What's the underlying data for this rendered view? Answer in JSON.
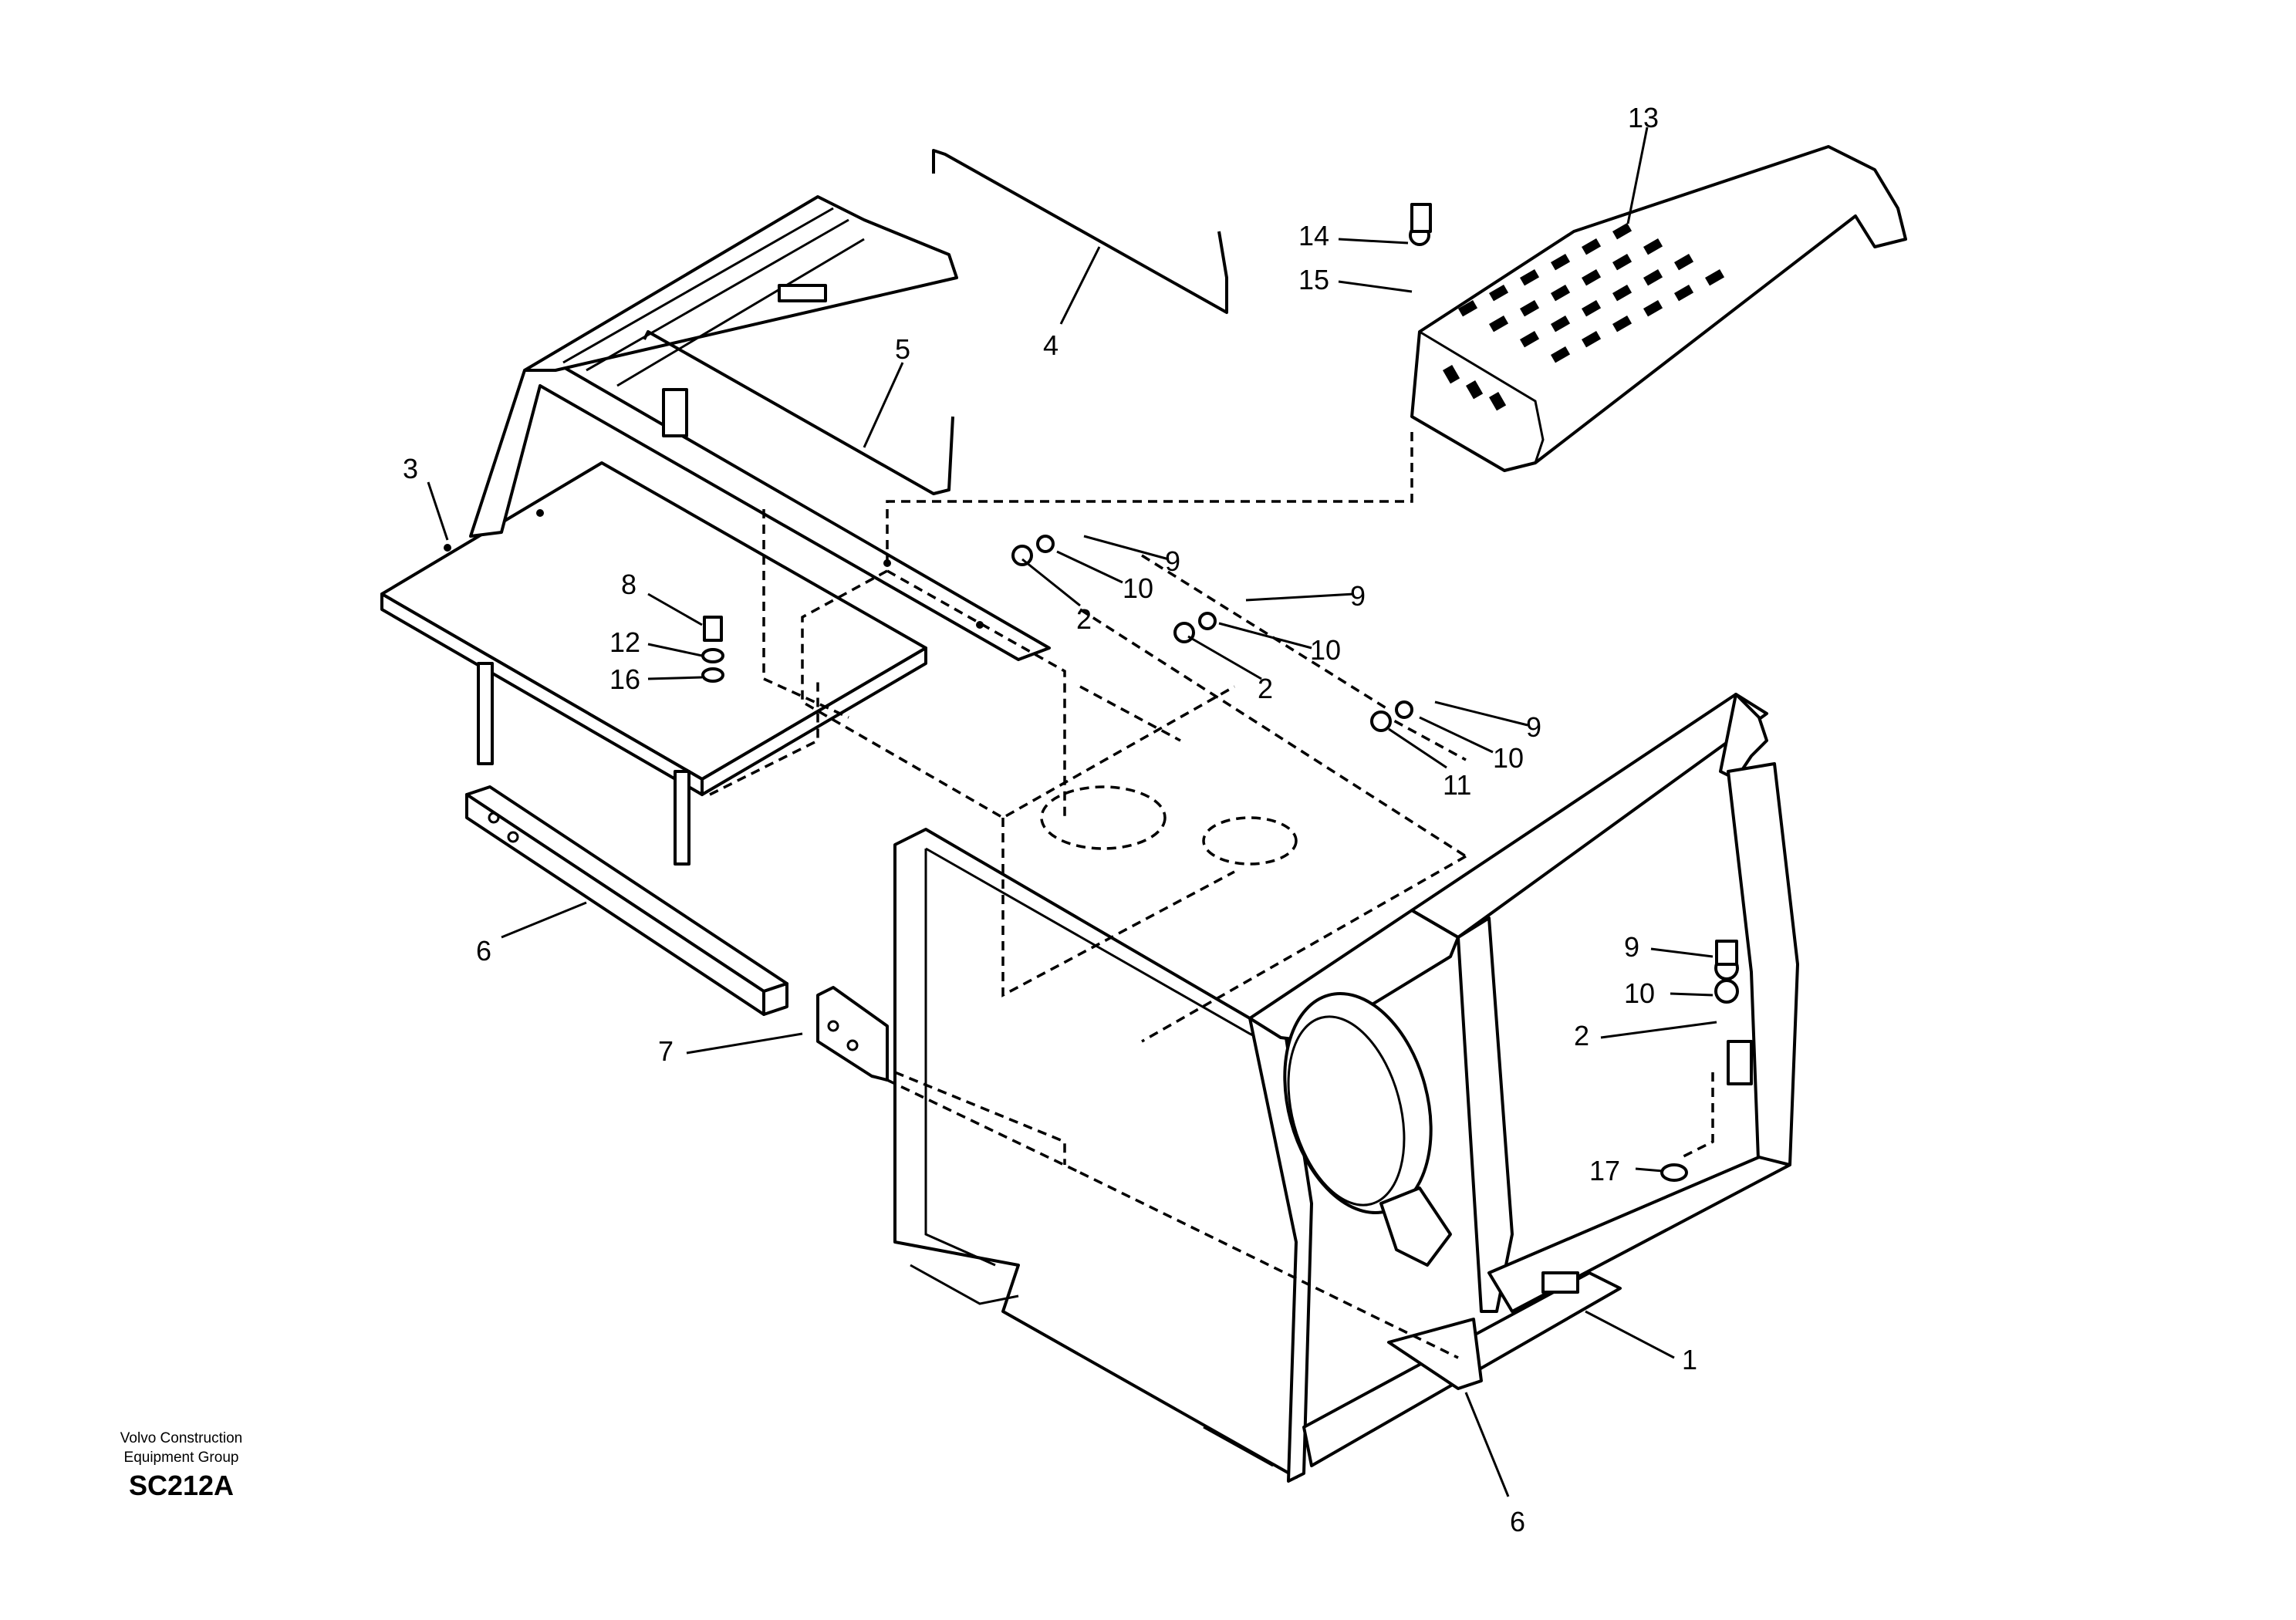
{
  "callouts": [
    {
      "id": "1",
      "label": "1"
    },
    {
      "id": "2a",
      "label": "2"
    },
    {
      "id": "2b",
      "label": "2"
    },
    {
      "id": "2c",
      "label": "2"
    },
    {
      "id": "3",
      "label": "3"
    },
    {
      "id": "4",
      "label": "4"
    },
    {
      "id": "5",
      "label": "5"
    },
    {
      "id": "6a",
      "label": "6"
    },
    {
      "id": "6b",
      "label": "6"
    },
    {
      "id": "7",
      "label": "7"
    },
    {
      "id": "8",
      "label": "8"
    },
    {
      "id": "9a",
      "label": "9"
    },
    {
      "id": "9b",
      "label": "9"
    },
    {
      "id": "9c",
      "label": "9"
    },
    {
      "id": "9d",
      "label": "9"
    },
    {
      "id": "10a",
      "label": "10"
    },
    {
      "id": "10b",
      "label": "10"
    },
    {
      "id": "10c",
      "label": "10"
    },
    {
      "id": "10d",
      "label": "10"
    },
    {
      "id": "11",
      "label": "11"
    },
    {
      "id": "12",
      "label": "12"
    },
    {
      "id": "13",
      "label": "13"
    },
    {
      "id": "14",
      "label": "14"
    },
    {
      "id": "15",
      "label": "15"
    },
    {
      "id": "16",
      "label": "16"
    },
    {
      "id": "17",
      "label": "17"
    }
  ],
  "footer": {
    "company_line1": "Volvo Construction",
    "company_line2": "Equipment Group",
    "code": "SC212A"
  },
  "colors": {
    "ink": "#000000",
    "paper": "#ffffff"
  }
}
